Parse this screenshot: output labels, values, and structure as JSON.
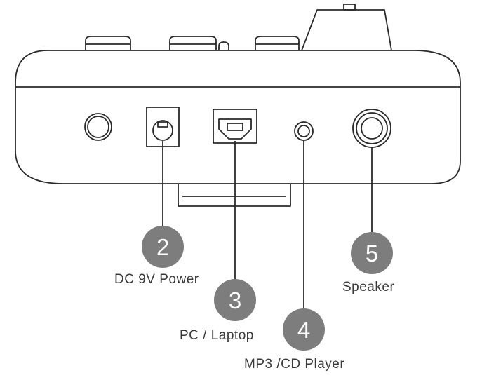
{
  "colors": {
    "outline": "#2a2a2a",
    "badge_fill": "#7d7d7d",
    "badge_text": "#ffffff",
    "label_text": "#3a3a3a",
    "background": "#ffffff"
  },
  "callouts": [
    {
      "number": "2",
      "label": "DC 9V Power"
    },
    {
      "number": "3",
      "label": "PC / Laptop"
    },
    {
      "number": "4",
      "label": "MP3 /CD Player"
    },
    {
      "number": "5",
      "label": "Speaker"
    }
  ]
}
